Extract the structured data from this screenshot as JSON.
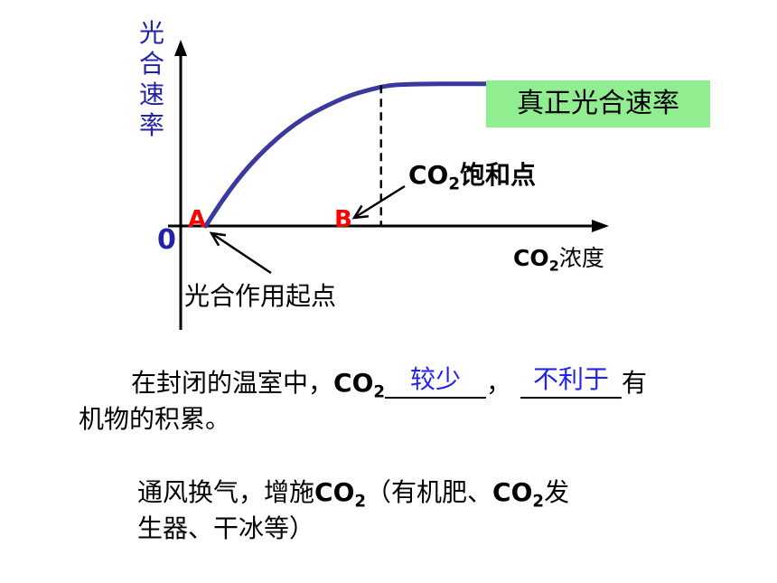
{
  "chart_data": {
    "type": "line",
    "title": "",
    "ylabel": "光合速率",
    "xlabel_main": "CO",
    "xlabel_sub": "2",
    "xlabel_tail": "浓度",
    "origin_label": "0",
    "xlim": [
      0,
      10
    ],
    "ylim": [
      0,
      10
    ],
    "series": [
      {
        "name": "真正光合速率",
        "color": "#3a3a9e",
        "x": [
          0.6,
          1.0,
          1.5,
          2.0,
          2.5,
          3.0,
          3.5,
          4.0,
          4.5,
          5.0,
          5.5,
          6.0,
          6.5,
          7.0,
          7.5,
          8.0,
          8.5,
          9.0
        ],
        "y": [
          0.0,
          1.4,
          2.9,
          4.1,
          5.1,
          5.9,
          6.5,
          7.0,
          7.35,
          7.6,
          7.65,
          7.67,
          7.67,
          7.67,
          7.67,
          7.67,
          7.67,
          7.67
        ]
      }
    ],
    "points": [
      {
        "label": "A",
        "x": 0.6,
        "y": 0,
        "color": "#ff0000"
      },
      {
        "label": "B",
        "x": 4.8,
        "y": 0,
        "color": "#ff0000"
      }
    ],
    "saturation_line": {
      "x": 4.8,
      "y_top": 7.6
    },
    "annotations": {
      "saturation": {
        "main": "CO",
        "sub": "2",
        "tail": "饱和点"
      },
      "origin_point": "光合作用起点"
    },
    "grid": false
  },
  "text": {
    "para1_line1_pre": "在封闭的温室中，",
    "para1_co": "CO",
    "para1_co_sub": "2",
    "blank1": "较少",
    "para1_mid": "，",
    "blank2": "不利于",
    "para1_line1_end": "有",
    "para1_line2": "机物的积累。",
    "para2_line1_pre": "通风换气，增施",
    "para2_co": "CO",
    "para2_co_sub": "2",
    "para2_line1_mid": "（有机肥、",
    "para2_co2": "CO",
    "para2_co2_sub": "2",
    "para2_line1_end": "发",
    "para2_line2": "生器、干冰等）"
  },
  "colors": {
    "curve": "#3a3a9e",
    "axis": "#000000",
    "legend_bg": "#90ee90",
    "point_label": "#ff0000",
    "blank_text": "#2222ee",
    "ylabel": "#2222aa"
  }
}
